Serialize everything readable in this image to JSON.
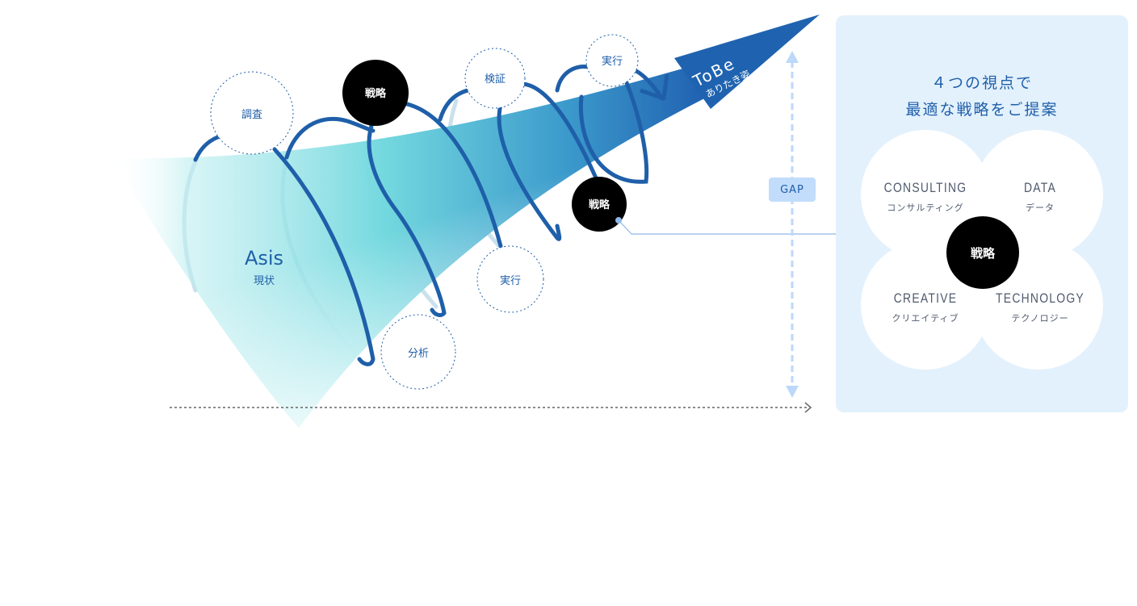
{
  "diagram": {
    "asis": {
      "title": "Asis",
      "subtitle": "現状"
    },
    "tobe": {
      "title": "ToBe",
      "subtitle": "ありたき姿"
    },
    "steps": [
      {
        "label": "調査",
        "kind": "step"
      },
      {
        "label": "戦略",
        "kind": "key"
      },
      {
        "label": "分析",
        "kind": "step"
      },
      {
        "label": "検証",
        "kind": "step"
      },
      {
        "label": "実行",
        "kind": "step"
      },
      {
        "label": "実行",
        "kind": "step"
      },
      {
        "label": "戦略",
        "kind": "key"
      }
    ],
    "gap_label": "GAP",
    "colors": {
      "primary": "#1f5fa9",
      "cone_light": "#7adce0",
      "cone_dark": "#1f63b0",
      "panel_bg": "#e3f1fd",
      "gap_bg": "#c2dcfb",
      "connector": "#8fb8e8"
    }
  },
  "panel": {
    "title_line1": "４つの視点で",
    "title_line2": "最適な戦略をご提案",
    "views": [
      {
        "en": "CONSULTING",
        "ja": "コンサルティング"
      },
      {
        "en": "DATA",
        "ja": "データ"
      },
      {
        "en": "CREATIVE",
        "ja": "クリエイティブ"
      },
      {
        "en": "TECHNOLOGY",
        "ja": "テクノロジー"
      }
    ],
    "center_label": "戦略"
  }
}
